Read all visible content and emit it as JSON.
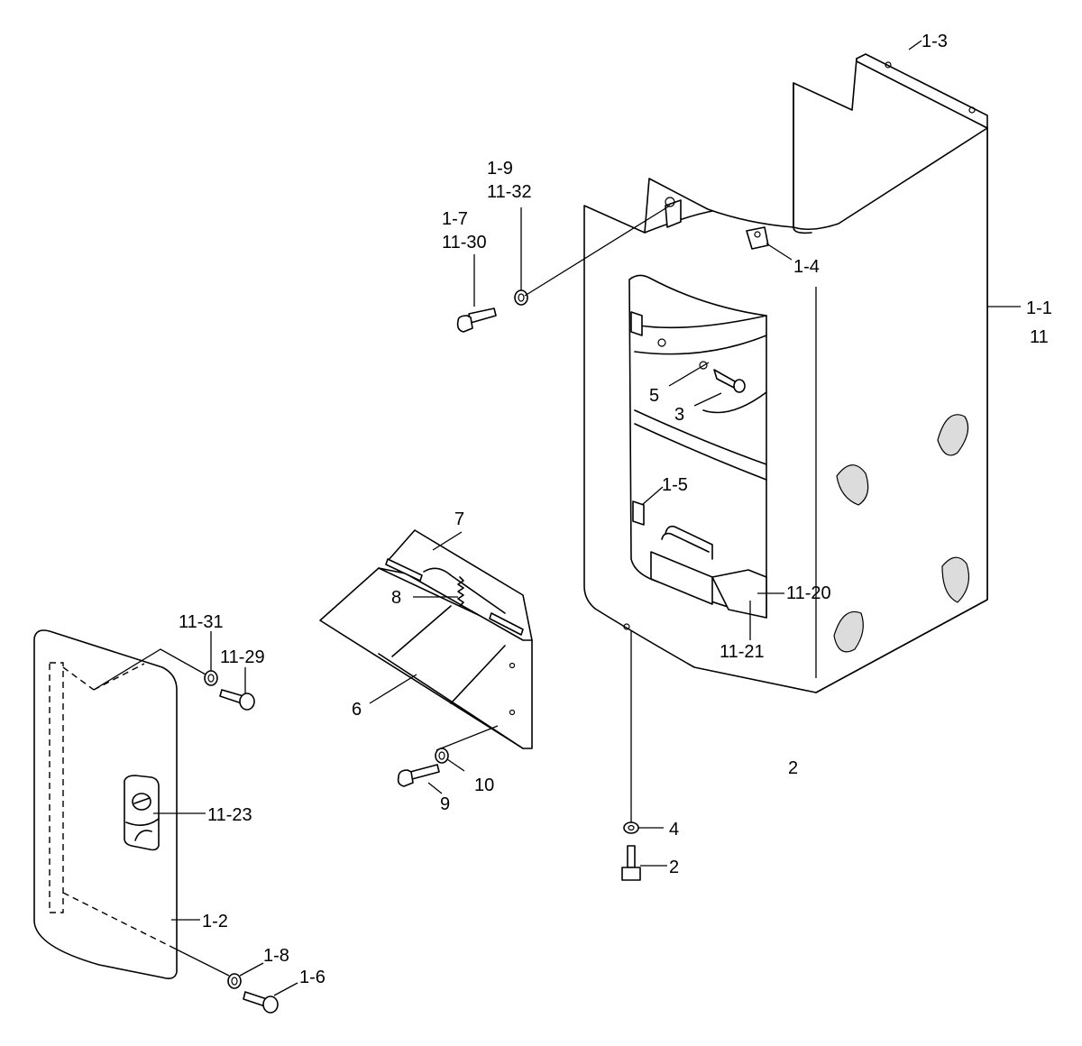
{
  "callouts": [
    {
      "id": "c-1-3",
      "lines": [
        "1-3"
      ]
    },
    {
      "id": "c-1-9",
      "lines": [
        "1-9",
        "11-32"
      ]
    },
    {
      "id": "c-1-7",
      "lines": [
        "1-7",
        "11-30"
      ]
    },
    {
      "id": "c-1-4",
      "lines": [
        "1-4"
      ]
    },
    {
      "id": "c-1-1",
      "lines": [
        "1-1",
        "11"
      ]
    },
    {
      "id": "c-5",
      "lines": [
        "5"
      ]
    },
    {
      "id": "c-3",
      "lines": [
        "3"
      ]
    },
    {
      "id": "c-1-5",
      "lines": [
        "1-5"
      ]
    },
    {
      "id": "c-7",
      "lines": [
        "7"
      ]
    },
    {
      "id": "c-8",
      "lines": [
        "8"
      ]
    },
    {
      "id": "c-11-20",
      "lines": [
        "11-20"
      ]
    },
    {
      "id": "c-11-21",
      "lines": [
        "11-21"
      ]
    },
    {
      "id": "c-11-31",
      "lines": [
        "11-31"
      ]
    },
    {
      "id": "c-11-29",
      "lines": [
        "11-29"
      ]
    },
    {
      "id": "c-6",
      "lines": [
        "6"
      ]
    },
    {
      "id": "c-10",
      "lines": [
        "10"
      ]
    },
    {
      "id": "c-9",
      "lines": [
        "9"
      ]
    },
    {
      "id": "c-2-ref",
      "lines": [
        "2"
      ]
    },
    {
      "id": "c-11-23",
      "lines": [
        "11-23"
      ]
    },
    {
      "id": "c-4",
      "lines": [
        "4"
      ]
    },
    {
      "id": "c-2",
      "lines": [
        "2"
      ]
    },
    {
      "id": "c-1-2",
      "lines": [
        "1-2"
      ]
    },
    {
      "id": "c-1-8",
      "lines": [
        "1-8"
      ]
    },
    {
      "id": "c-1-6",
      "lines": [
        "1-6"
      ]
    }
  ]
}
